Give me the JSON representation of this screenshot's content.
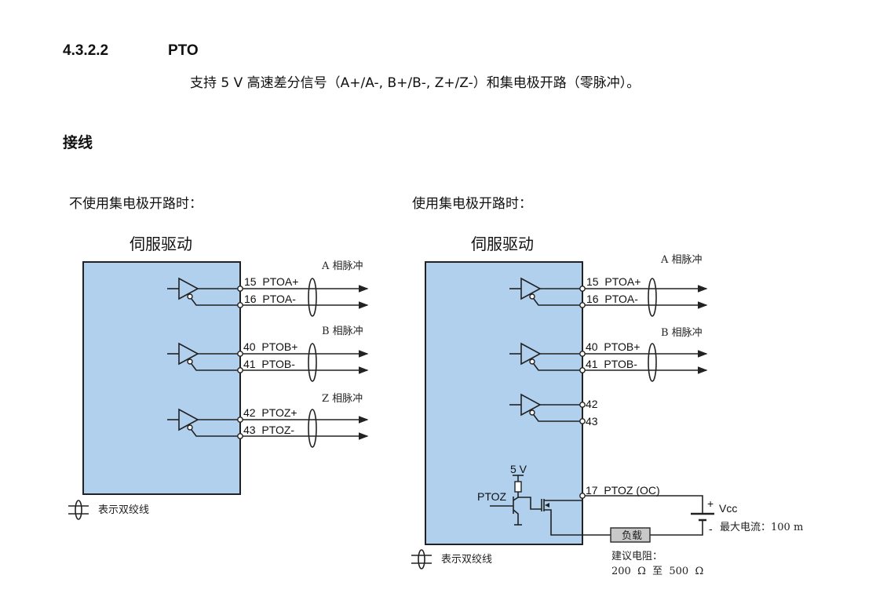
{
  "section": {
    "number": "4.3.2.2",
    "title": "PTO"
  },
  "description": "支持 5 V 高速差分信号（A+/A-, B+/B-, Z+/Z-）和集电极开路（零脉冲）。",
  "wiring_heading": "接线",
  "left_diagram": {
    "caption": "不使用集电极开路时：",
    "device": "伺服驱动",
    "groups": [
      {
        "label": "A 相脉冲",
        "pins": [
          "15  PTOA+",
          "16  PTOA-"
        ]
      },
      {
        "label": "B 相脉冲",
        "pins": [
          "40  PTOB+",
          "41  PTOB-"
        ]
      },
      {
        "label": "Z 相脉冲",
        "pins": [
          "42  PTOZ+",
          "43  PTOZ-"
        ]
      }
    ],
    "legend": "表示双绞线"
  },
  "right_diagram": {
    "caption": "使用集电极开路时：",
    "device": "伺服驱动",
    "groups": [
      {
        "label": "A 相脉冲",
        "pins": [
          "15  PTOA+",
          "16  PTOA-"
        ]
      },
      {
        "label": "B 相脉冲",
        "pins": [
          "40  PTOB+",
          "41  PTOB-"
        ]
      },
      {
        "pins": [
          "42",
          "43"
        ]
      }
    ],
    "supply": "5 V",
    "transistor_label": "PTOZ",
    "oc_pin": "17  PTOZ (OC)",
    "vcc_plus": "+",
    "vcc": "Vcc",
    "vcc_minus": "-",
    "max_current": "最大电流：100 m",
    "load": "负载",
    "resistor_note_1": "建议电阻：",
    "resistor_note_2": "200  Ω  至  500  Ω",
    "legend": "表示双绞线"
  }
}
